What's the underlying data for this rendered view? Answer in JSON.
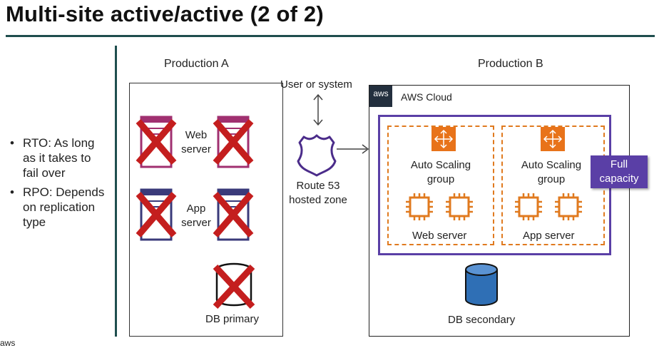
{
  "slide": {
    "title": "Multi-site active/active (2 of 2)",
    "footer_logo": "aws"
  },
  "bullets": [
    "RTO: As long as it takes to fail over",
    "RPO: Depends on replication type"
  ],
  "production_a": {
    "heading": "Production A",
    "web_label_1": "Web",
    "web_label_2": "server",
    "app_label_1": "App",
    "app_label_2": "server",
    "db_label": "DB primary"
  },
  "middle": {
    "user_label": "User or system",
    "route_label_1": "Route 53",
    "route_label_2": "hosted zone"
  },
  "production_b": {
    "heading": "Production B",
    "cloud_badge": "aws",
    "cloud_label": "AWS Cloud",
    "group_web": {
      "label_1": "Auto Scaling",
      "label_2": "group",
      "server_label": "Web server"
    },
    "group_app": {
      "label_1": "Auto Scaling",
      "label_2": "group",
      "server_label": "App server"
    },
    "full_capacity_1": "Full",
    "full_capacity_2": "capacity",
    "db_label": "DB secondary"
  },
  "colors": {
    "accent_rule": "#1f4e4e",
    "failed_cross": "#c41e1e",
    "web_server": "#a03070",
    "app_server": "#3a3a7a",
    "auto_scaling": "#e07a1f",
    "highlight_box": "#5a3fa6",
    "db_secondary": "#2f6fb5"
  }
}
